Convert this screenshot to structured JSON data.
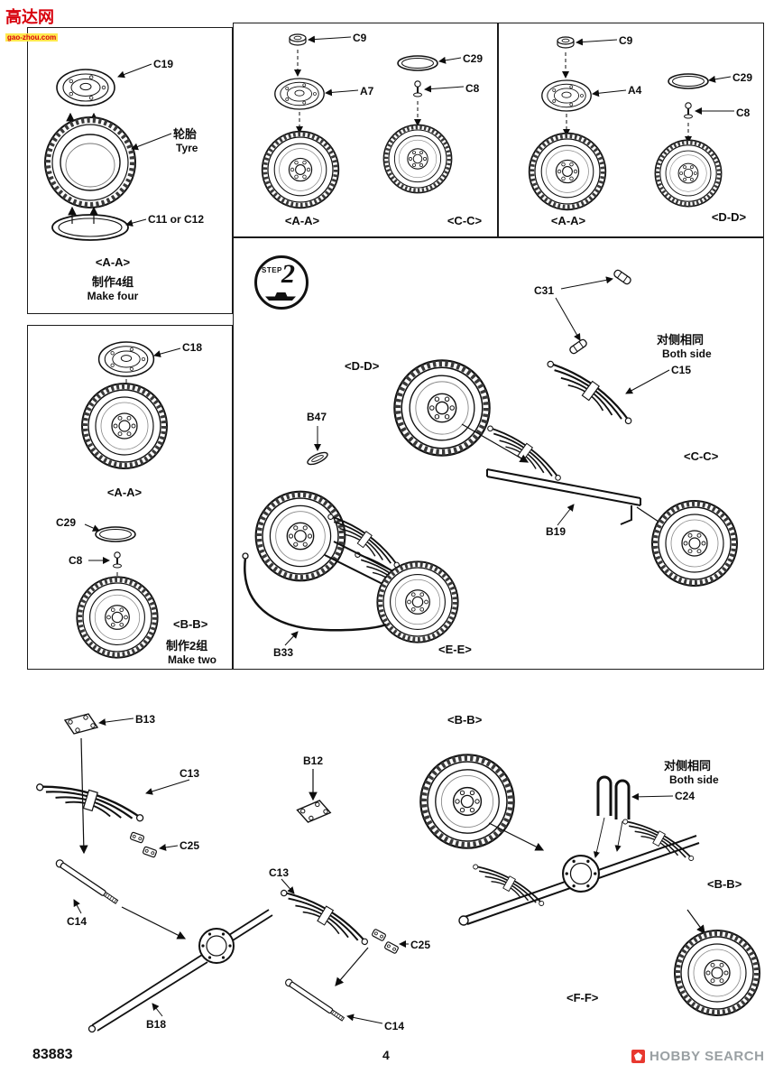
{
  "watermark": {
    "title": "高达网",
    "subtitle": "gao-zhou.com"
  },
  "p1": {
    "c19": "C19",
    "tyre_cn": "轮胎",
    "tyre_en": "Tyre",
    "c11": "C11 or C12",
    "sec": "<A-A>",
    "make_cn": "制作4组",
    "make_en": "Make four"
  },
  "p2": {
    "c9": "C9",
    "a7": "A7",
    "sec_left": "<A-A>",
    "c29": "C29",
    "c8": "C8",
    "sec_right": "<C-C>"
  },
  "p3": {
    "c9": "C9",
    "a4": "A4",
    "sec_left": "<A-A>",
    "c29": "C29",
    "c8": "C8",
    "sec_right": "<D-D>"
  },
  "p4": {
    "c18": "C18",
    "sec_top": "<A-A>",
    "c29": "C29",
    "c8": "C8",
    "sec_bottom": "<B-B>",
    "make_cn": "制作2组",
    "make_en": "Make two"
  },
  "step2": {
    "step_word": "STEP",
    "step_num": "2",
    "c31": "C31",
    "both_cn": "对侧相同",
    "both_en": "Both side",
    "c15": "C15",
    "dd": "<D-D>",
    "b47": "B47",
    "cc": "<C-C>",
    "b19": "B19",
    "b33": "B33",
    "ee": "<E-E>"
  },
  "bottom": {
    "b13": "B13",
    "c13_left": "C13",
    "c25_left": "C25",
    "c14_left": "C14",
    "b18": "B18",
    "c14_mid": "C14",
    "b12": "B12",
    "c13_mid": "C13",
    "c25_mid": "C25",
    "bb_top": "<B-B>",
    "both_cn": "对侧相同",
    "both_en": "Both side",
    "c24": "C24",
    "bb_right": "<B-B>",
    "ff": "<F-F>"
  },
  "footer": {
    "kit_no": "83883",
    "page": "4",
    "logo_text": "HOBBY SEARCH"
  }
}
